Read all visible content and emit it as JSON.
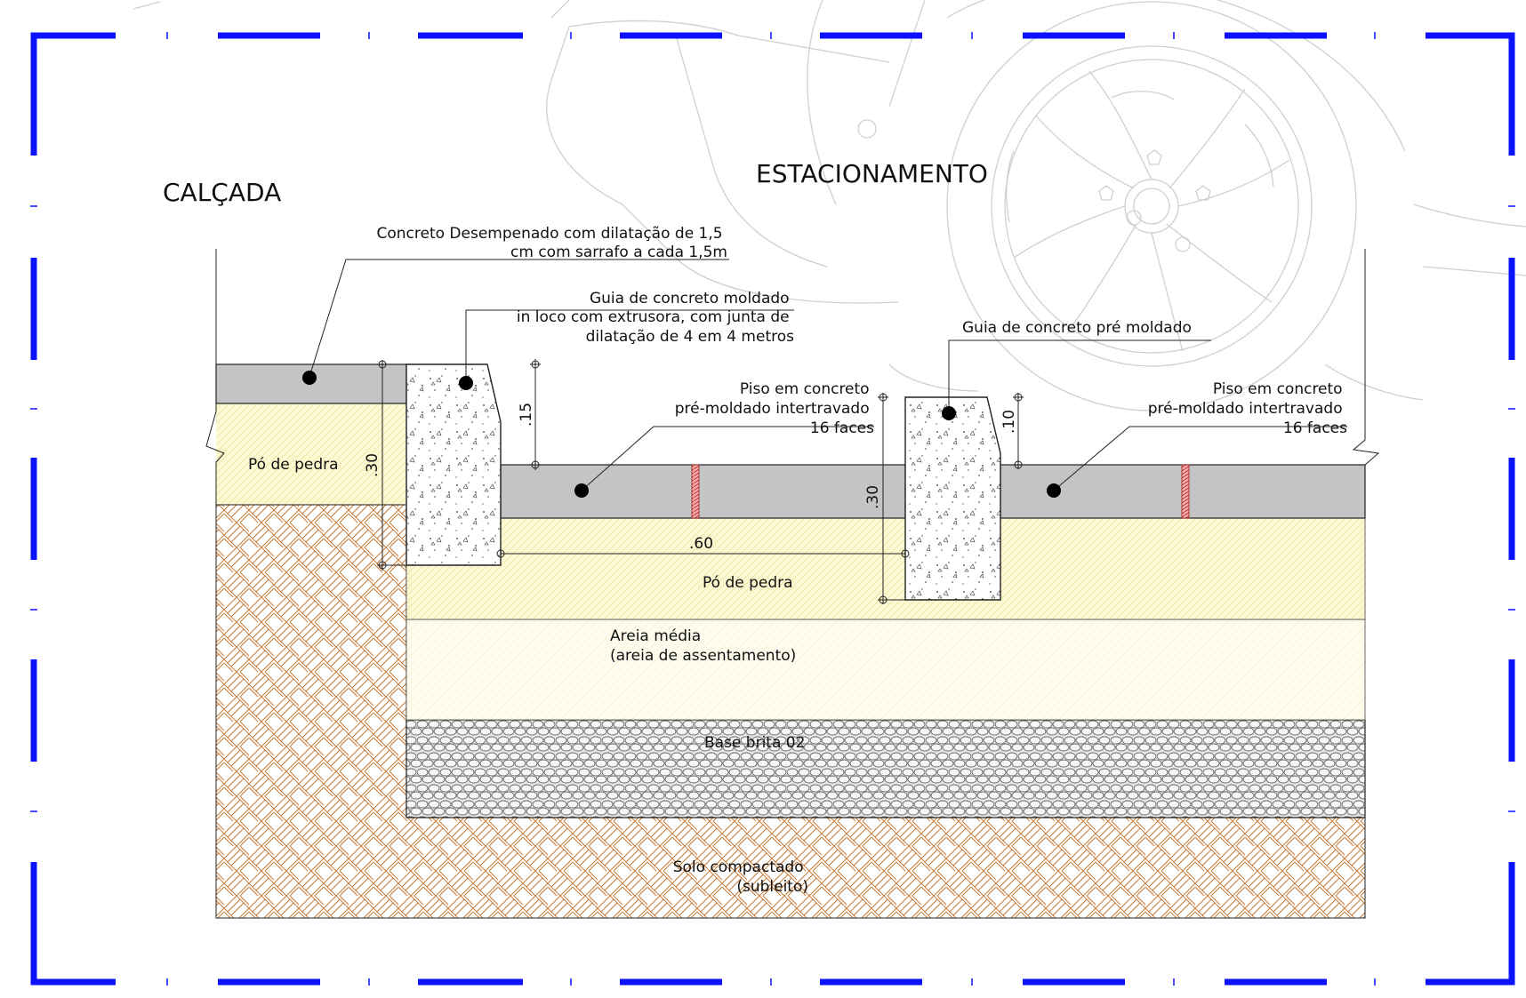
{
  "titles": {
    "sidewalk": "CALÇADA",
    "parking": "ESTACIONAMENTO"
  },
  "labels": {
    "sidewalk_concrete": [
      "Concreto Desempenado com dilatação de 1,5",
      "cm com sarrafo a cada 1,5m"
    ],
    "cast_curb": [
      "Guia de concreto moldado",
      "in loco com extrusora, com junta de",
      "dilatação de 4 em 4 metros"
    ],
    "precast_curb": [
      "Guia de concreto pré moldado"
    ],
    "paver_left": [
      "Piso em concreto",
      "pré-moldado intertravado",
      "16 faces"
    ],
    "paver_right": [
      "Piso em concreto",
      "pré-moldado intertravado",
      "16 faces"
    ],
    "stone_dust_sidewalk": "Pó de pedra",
    "stone_dust_parking": "Pó de pedra",
    "medium_sand": [
      "Areia média",
      "(areia de assentamento)"
    ],
    "gravel_base": "Base brita 02",
    "compacted_soil": [
      "Solo compactado",
      "(subleito)"
    ]
  },
  "dimensions": {
    "curb_rise_cast": ".15",
    "sidewalk_depth": ".30",
    "precast_curb_height": ".30",
    "curb_rise_precast": ".10",
    "curb_spacing": ".60"
  },
  "colors": {
    "frame": "#0a12ff",
    "concrete": "#c4c4c4",
    "stone_dust": "#fbf8d2",
    "sand": "#fdfcef",
    "soil_hatch": "#c0712a",
    "joint": "#d23a3a",
    "ghost": "#cfcfcf"
  }
}
